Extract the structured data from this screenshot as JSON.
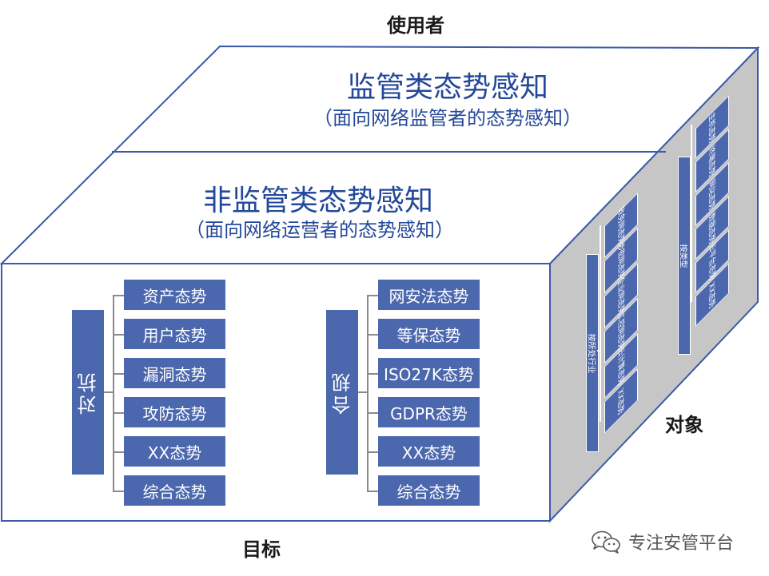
{
  "axes": {
    "top": "使用者",
    "bottom": "目标",
    "right": "对象"
  },
  "top_face": {
    "title": "监管类态势感知",
    "subtitle": "（面向网络监管者的态势感知）"
  },
  "middle_face": {
    "title": "非监管类态势感知",
    "subtitle": "（面向网络运营者的态势感知）"
  },
  "groups": [
    {
      "label": "对抗",
      "items": [
        "资产态势",
        "用户态势",
        "漏洞态势",
        "攻防态势",
        "XX态势",
        "综合态势"
      ]
    },
    {
      "label": "合规",
      "items": [
        "网安法态势",
        "等保态势",
        "ISO27K态势",
        "GDPR态势",
        "XX态势",
        "综合态势"
      ]
    }
  ],
  "side_groups": [
    {
      "label": "按所处行业",
      "items": [
        "政务网态势",
        "涉密网态势",
        "企业网态势",
        "工控网态势",
        "云计算态势",
        "XX态势"
      ]
    },
    {
      "label": "按类型",
      "items": [
        "主机态势",
        "终端态势",
        "网站态势",
        "数据态势",
        "云平台态势",
        "XX态势"
      ]
    }
  ],
  "watermark": {
    "icon": "wechat-icon",
    "text": "专注安管平台"
  },
  "colors": {
    "box_blue": "#4b67ad",
    "title_blue": "#24489a",
    "outline": "#3d5aa8",
    "side_face": "#c6c6c6"
  }
}
